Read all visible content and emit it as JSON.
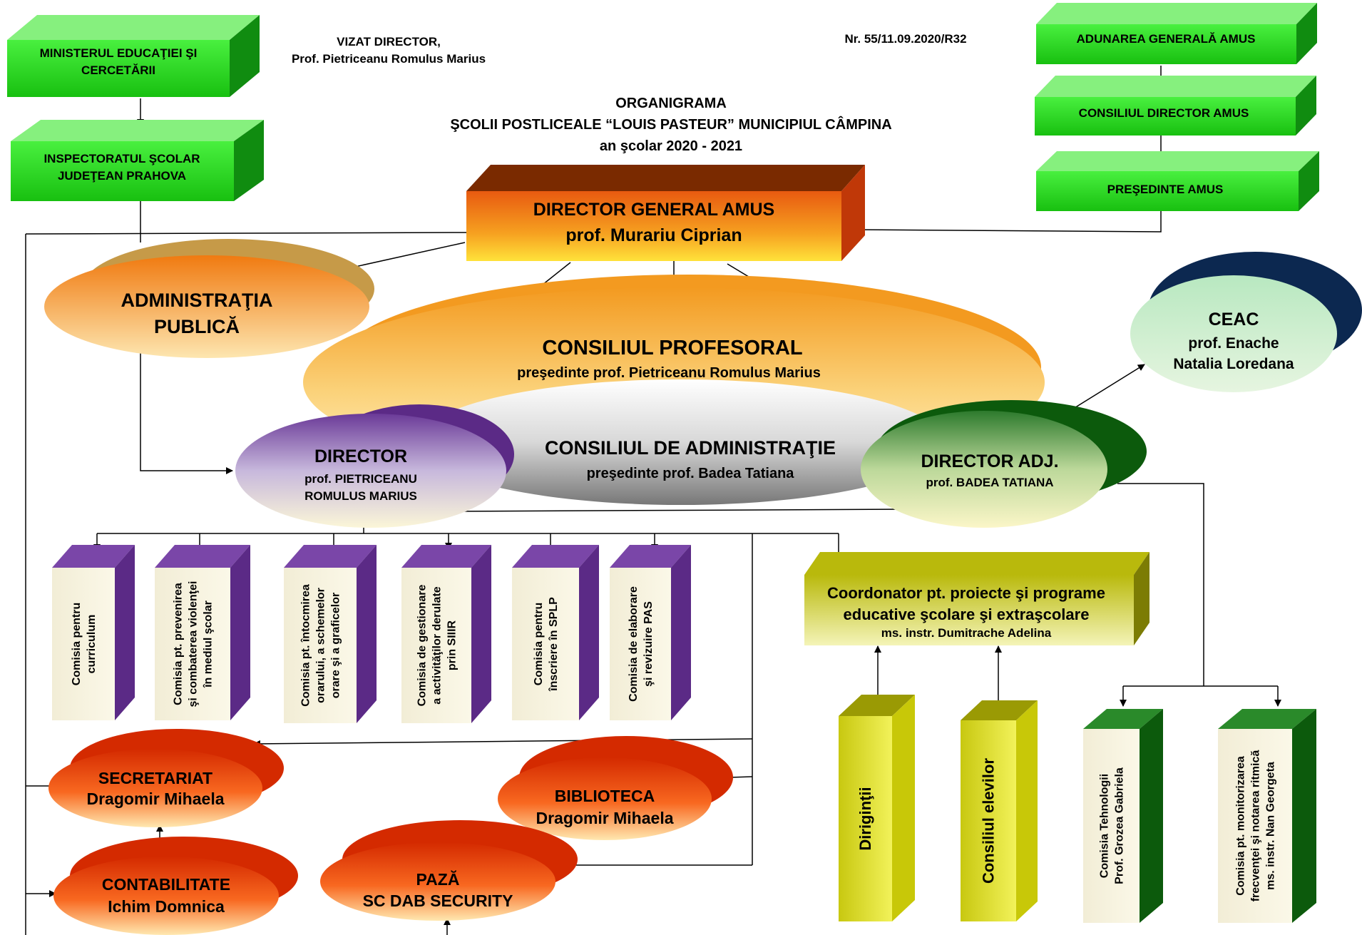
{
  "header": {
    "vizat_line1": "VIZAT DIRECTOR,",
    "vizat_line2": "Prof. Pietriceanu Romulus Marius",
    "nr": "Nr.  55/11.09.2020/R32",
    "title_line1": "ORGANIGRAMA",
    "title_line2": "ŞCOLII POSTLICEALE “LOUIS PASTEUR”  MUNICIPIUL CÂMPINA",
    "title_line3": "an şcolar 2020 - 2021"
  },
  "boxes": {
    "minister": [
      "MINISTERUL EDUCAŢIEI ŞI",
      "CERCETĂRII"
    ],
    "isj": [
      "INSPECTORATUL ŞCOLAR",
      "JUDEŢEAN  PRAHOVA"
    ],
    "adunare": "ADUNAREA GENERALĂ  AMUS",
    "consiliu_director": "CONSILIUL DIRECTOR  AMUS",
    "presedinte": "PREŞEDINTE  AMUS",
    "director_general": [
      "DIRECTOR GENERAL AMUS",
      "prof. Murariu Ciprian"
    ],
    "coordonator": [
      "Coordonator  pt. proiecte şi programe",
      "educative şcolare şi extraşcolare",
      "ms. instr. Dumitrache Adelina"
    ]
  },
  "ovals": {
    "administratia": [
      "ADMINISTRAŢIA",
      "PUBLICĂ"
    ],
    "consiliul_profesoral": [
      "CONSILIUL PROFESORAL",
      "preşedinte prof. Pietriceanu Romulus Marius"
    ],
    "consiliul_administratie": [
      "CONSILIUL DE ADMINISTRAŢIE",
      "preşedinte prof. Badea Tatiana"
    ],
    "director": [
      "DIRECTOR",
      "prof. PIETRICEANU",
      "ROMULUS MARIUS"
    ],
    "director_adj": [
      "DIRECTOR ADJ.",
      "prof. BADEA TATIANA"
    ],
    "ceac": [
      "CEAC",
      "prof. Enache",
      "Natalia Loredana"
    ],
    "secretariat": [
      "SECRETARIAT",
      "Dragomir Mihaela"
    ],
    "contabilitate": [
      "CONTABILITATE",
      "Ichim Domnica"
    ],
    "biblioteca": [
      "BIBLIOTECA",
      "Dragomir Mihaela"
    ],
    "paza": [
      "PAZĂ",
      "SC DAB SECURITY"
    ]
  },
  "commissions": [
    [
      "Comisia pentru",
      "curriculum"
    ],
    [
      "Comisia pt. prevenirea",
      "şi combaterea violenţei",
      "în mediul şcolar"
    ],
    [
      "Comisia pt. întocmirea",
      "orarului, a schemelor",
      "orare şi a graficelor"
    ],
    [
      "Comisia de gestionare",
      "a activităţilor derulate",
      "prin SIIIR"
    ],
    [
      "Comisia pentru",
      "înscriere în SPLP"
    ],
    [
      "Comisia de elaborare",
      "şi revizuire PAS"
    ]
  ],
  "right_columns": {
    "dirigintii": [
      "Diriginţii"
    ],
    "consiliul_elevilor": [
      "Consiliul elevilor"
    ],
    "tehnologii": [
      "Comisia Tehnologii",
      "Prof. Grozea Gabriela"
    ],
    "monitorizare": [
      "Comisia pt. monitorizarea",
      "frecvenţei şi notarea ritmică",
      "ms. instr. Nan Georgeta"
    ]
  },
  "colors": {
    "green_face": "#22e01a",
    "green_dark": "#109010",
    "orange_title": "#f07a10",
    "purple_dark": "#5b2a86",
    "olive": "#b9b90c",
    "dark_green": "#0c5a0c",
    "navy": "#0c2850",
    "red": "#d42a00"
  }
}
